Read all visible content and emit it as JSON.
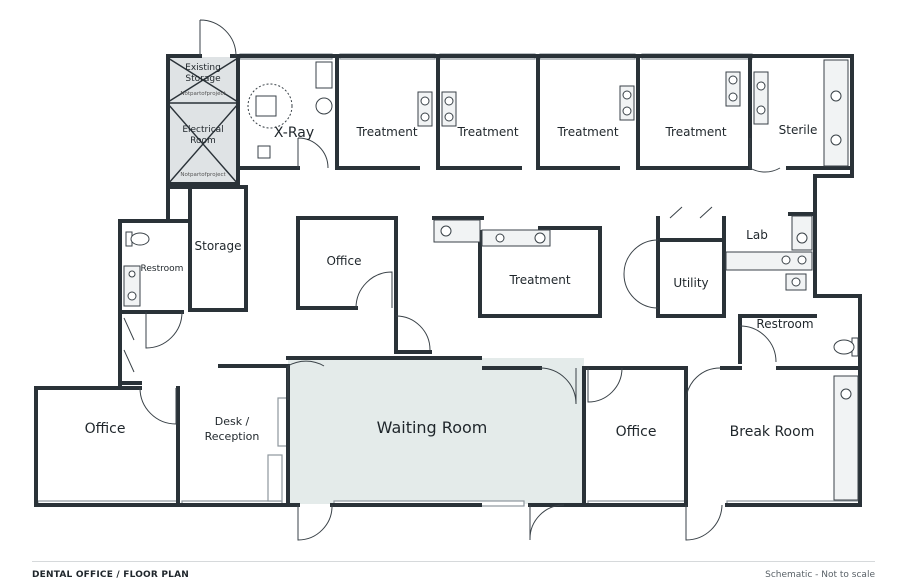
{
  "title": "DENTAL OFFICE / FLOOR PLAN",
  "scale_note": "Schematic - Not to scale",
  "rooms": {
    "existing_storage": "Existing Storage",
    "electrical_room": "Electrical Room",
    "not_part_of_project": "Notpartofproject",
    "xray": "X-Ray",
    "treatment": "Treatment",
    "sterile": "Sterile",
    "storage": "Storage",
    "office": "Office",
    "restroom": "Restroom",
    "lab": "Lab",
    "utility": "Utility",
    "waiting_room": "Waiting Room",
    "desk_reception_line1": "Desk /",
    "desk_reception_line2": "Reception",
    "break_room": "Break Room"
  },
  "colors": {
    "wall": "#2a3238",
    "waiting_fill": "#e4ebea",
    "utility_fill": "#dfe3e5"
  }
}
